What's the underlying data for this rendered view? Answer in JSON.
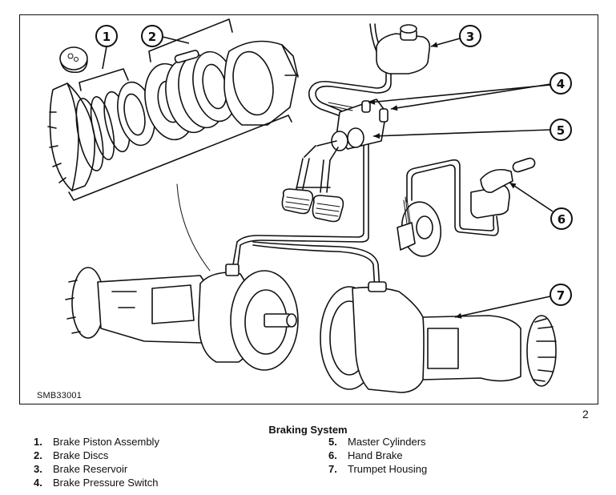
{
  "figure": {
    "drawing_code": "SMB33001",
    "page_number": "2",
    "title": "Braking System"
  },
  "callouts": [
    {
      "number": "1",
      "target": "brake-piston-assembly"
    },
    {
      "number": "2",
      "target": "brake-discs"
    },
    {
      "number": "3",
      "target": "brake-reservoir"
    },
    {
      "number": "4",
      "target": "brake-pressure-switch"
    },
    {
      "number": "5",
      "target": "master-cylinders"
    },
    {
      "number": "6",
      "target": "hand-brake"
    },
    {
      "number": "7",
      "target": "trumpet-housing"
    }
  ],
  "legend": {
    "left": [
      {
        "num": "1.",
        "label": "Brake Piston Assembly"
      },
      {
        "num": "2.",
        "label": "Brake Discs"
      },
      {
        "num": "3.",
        "label": "Brake Reservoir"
      },
      {
        "num": "4.",
        "label": "Brake Pressure Switch"
      }
    ],
    "right": [
      {
        "num": "5.",
        "label": "Master Cylinders"
      },
      {
        "num": "6.",
        "label": "Hand Brake"
      },
      {
        "num": "7.",
        "label": "Trumpet Housing"
      }
    ]
  }
}
